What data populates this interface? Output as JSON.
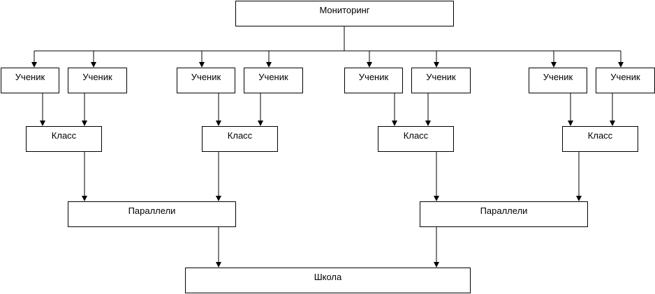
{
  "diagram": {
    "root": "Мониторинг",
    "school": "Школа",
    "parallels": [
      "Параллели",
      "Параллели"
    ],
    "classes": [
      "Класс",
      "Класс",
      "Класс",
      "Класс"
    ],
    "students": [
      "Ученик",
      "Ученик",
      "Ученик",
      "Ученик",
      "Ученик",
      "Ученик",
      "Ученик",
      "Ученик"
    ]
  }
}
